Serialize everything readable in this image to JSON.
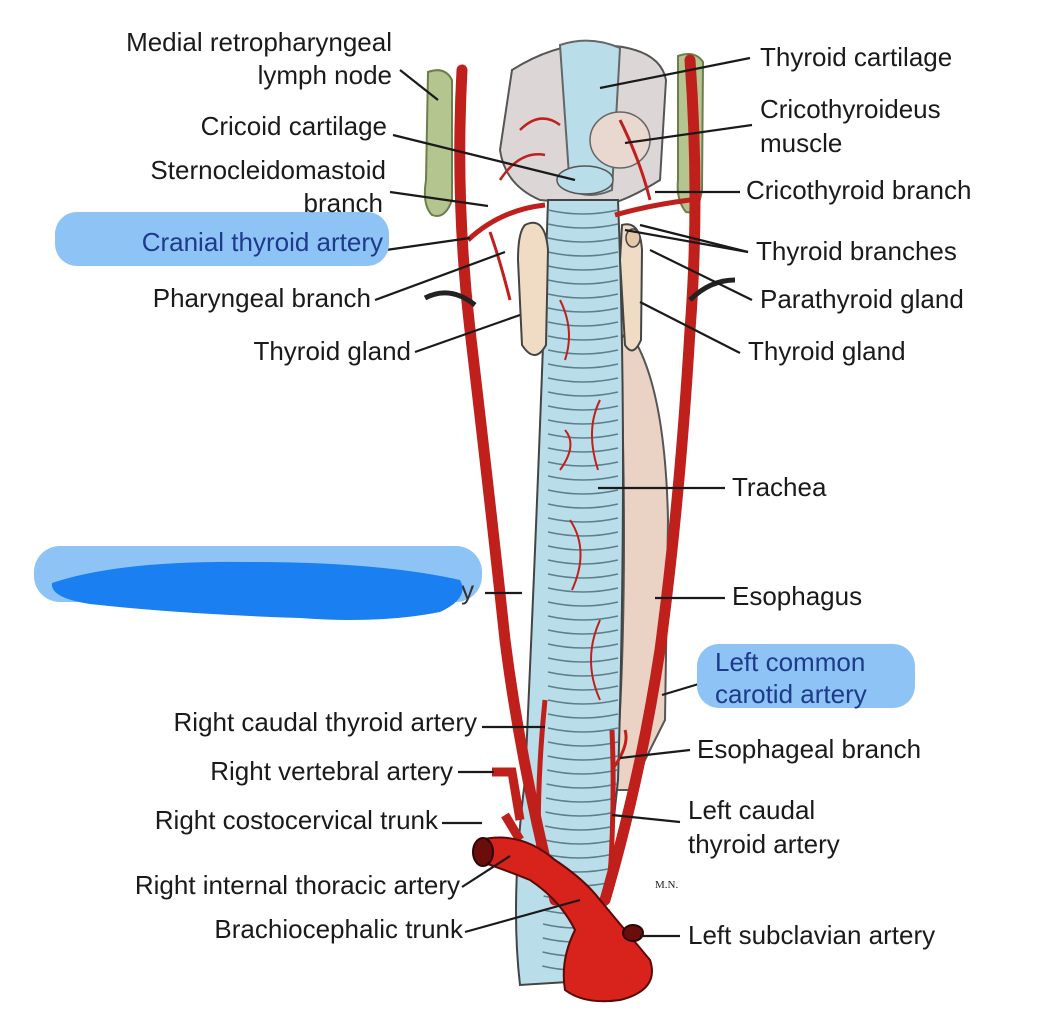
{
  "labels_left": {
    "medial_retro_1": "Medial retropharyngeal",
    "medial_retro_2": "lymph node",
    "cricoid_cartilage": "Cricoid cartilage",
    "scm_branch_1": "Sternocleidomastoid",
    "scm_branch_2": "branch",
    "cranial_thyroid_artery": "Cranial thyroid artery",
    "pharyngeal_branch": "Pharyngeal branch",
    "thyroid_gland": "Thyroid gland",
    "hidden_label_tail": "ery",
    "right_caudal_thyroid": "Right caudal thyroid artery",
    "right_vertebral": "Right vertebral artery",
    "right_costocervical": "Right costocervical trunk",
    "right_internal_thoracic": "Right internal thoracic artery",
    "brachiocephalic": "Brachiocephalic trunk"
  },
  "labels_right": {
    "thyroid_cartilage": "Thyroid cartilage",
    "cricothyroideus_1": "Cricothyroideus",
    "cricothyroideus_2": "muscle",
    "cricothyroid_branch": "Cricothyroid branch",
    "thyroid_branches": "Thyroid branches",
    "parathyroid_gland": "Parathyroid gland",
    "thyroid_gland": "Thyroid gland",
    "trachea": "Trachea",
    "esophagus": "Esophagus",
    "left_common_carotid_1": "Left common",
    "left_common_carotid_2": "carotid artery",
    "esophageal_branch": "Esophageal branch",
    "left_caudal_thyroid_1": "Left caudal",
    "left_caudal_thyroid_2": "thyroid artery",
    "left_subclavian": "Left subclavian artery"
  },
  "signature": "M.N.",
  "colors": {
    "highlight": "#8ec3f5",
    "redaction": "#1a7ff0",
    "artery": "#c0201c",
    "trachea": "#b9dde9",
    "gland": "#f0dcc4",
    "esophagus": "#ead2c4",
    "lymph_node": "#b5c58f"
  }
}
